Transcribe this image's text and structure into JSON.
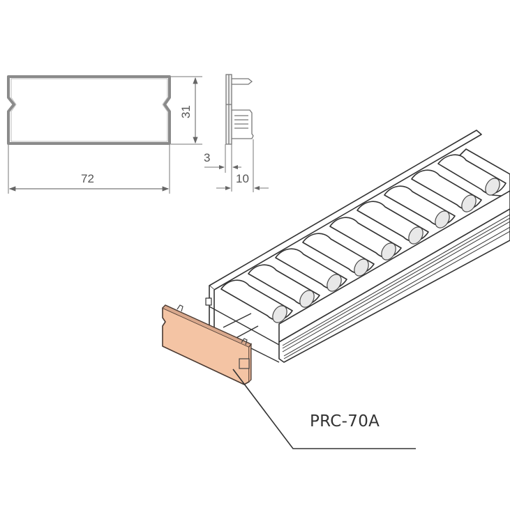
{
  "drawing": {
    "part_label": "PRC-70A",
    "front_view": {
      "width_dimension": "72",
      "height_dimension": "31"
    },
    "side_view": {
      "plate_thickness_dimension": "3",
      "depth_dimension": "10"
    },
    "isometric_view": {
      "subject": "roller conveyor track",
      "visible_rollers": 9,
      "end_cap_color": "#f4c4a4"
    },
    "colors": {
      "line": "#333333",
      "dimension_line": "#777777",
      "end_cap_fill": "#f4c4a4",
      "roller_fill": "#ffffff"
    }
  }
}
